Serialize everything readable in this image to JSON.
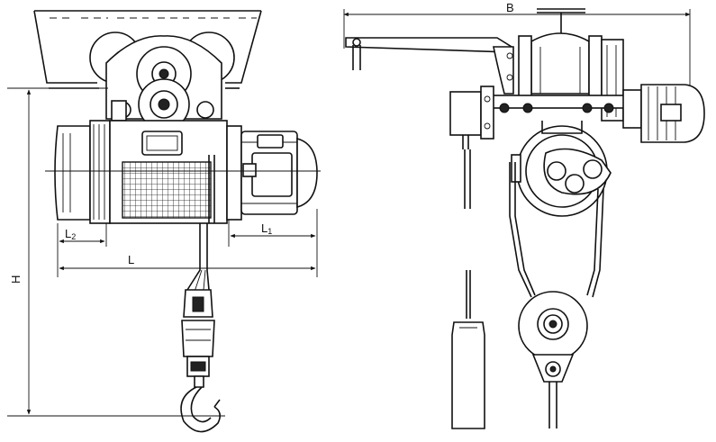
{
  "labels": {
    "height": "H",
    "length": "L",
    "length1_main": "L",
    "length1_sub": "1",
    "length2_main": "L",
    "length2_sub": "2",
    "width": "B"
  }
}
